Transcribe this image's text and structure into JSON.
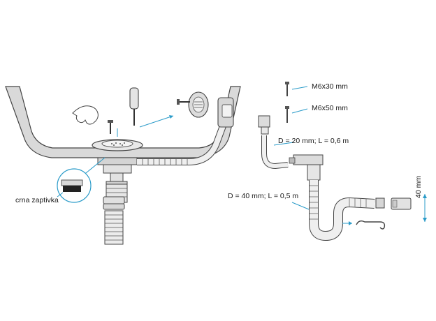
{
  "labels": {
    "gasket": "crna zaptivka",
    "screw_long": "M6x30 mm",
    "screw_longer": "M6x50 mm",
    "overflow_hose": "D = 20 mm; L = 0,6 m",
    "drain_hose": "D = 40 mm; L = 0,5 m",
    "height": "40 mm"
  },
  "colors": {
    "accent": "#2a9bc9",
    "sink": "#d9d9d9",
    "outline": "#444444"
  }
}
